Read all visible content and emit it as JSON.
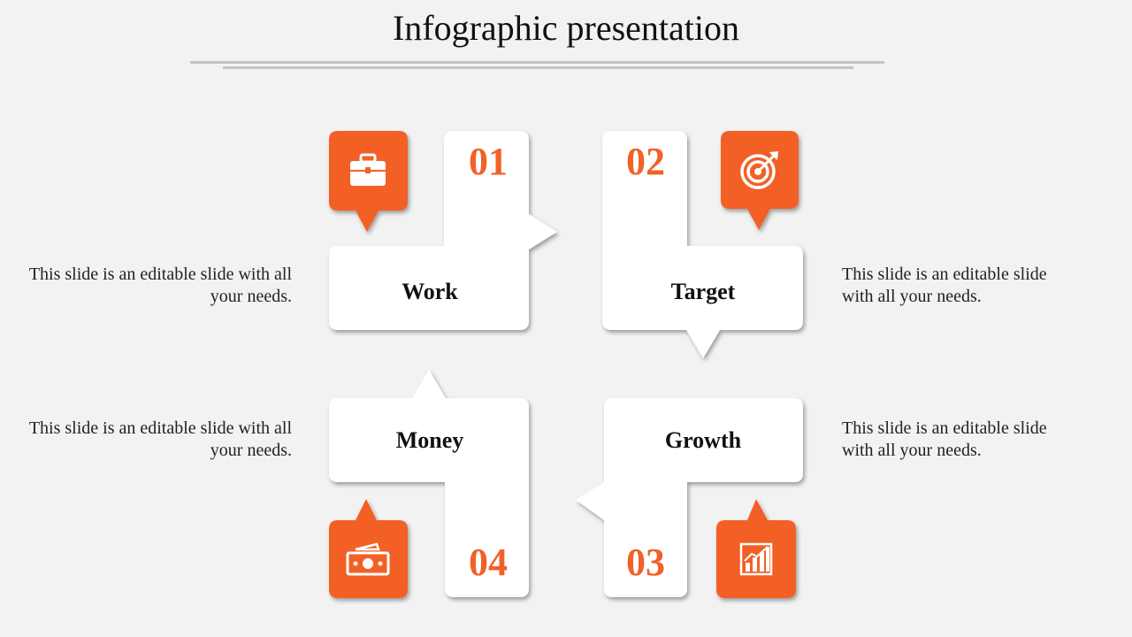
{
  "slide": {
    "title": "Infographic presentation",
    "accent_color": "#f26128"
  },
  "steps": [
    {
      "number": "01",
      "label": "Work",
      "icon": "briefcase-icon",
      "description": "This slide is an editable slide with all your needs."
    },
    {
      "number": "02",
      "label": "Target",
      "icon": "target-icon",
      "description": "This slide is an editable slide with all your needs."
    },
    {
      "number": "03",
      "label": "Growth",
      "icon": "bar-chart-icon",
      "description": "This slide is an editable slide with all your needs."
    },
    {
      "number": "04",
      "label": "Money",
      "icon": "money-icon",
      "description": "This slide is an editable slide with all your needs."
    }
  ]
}
